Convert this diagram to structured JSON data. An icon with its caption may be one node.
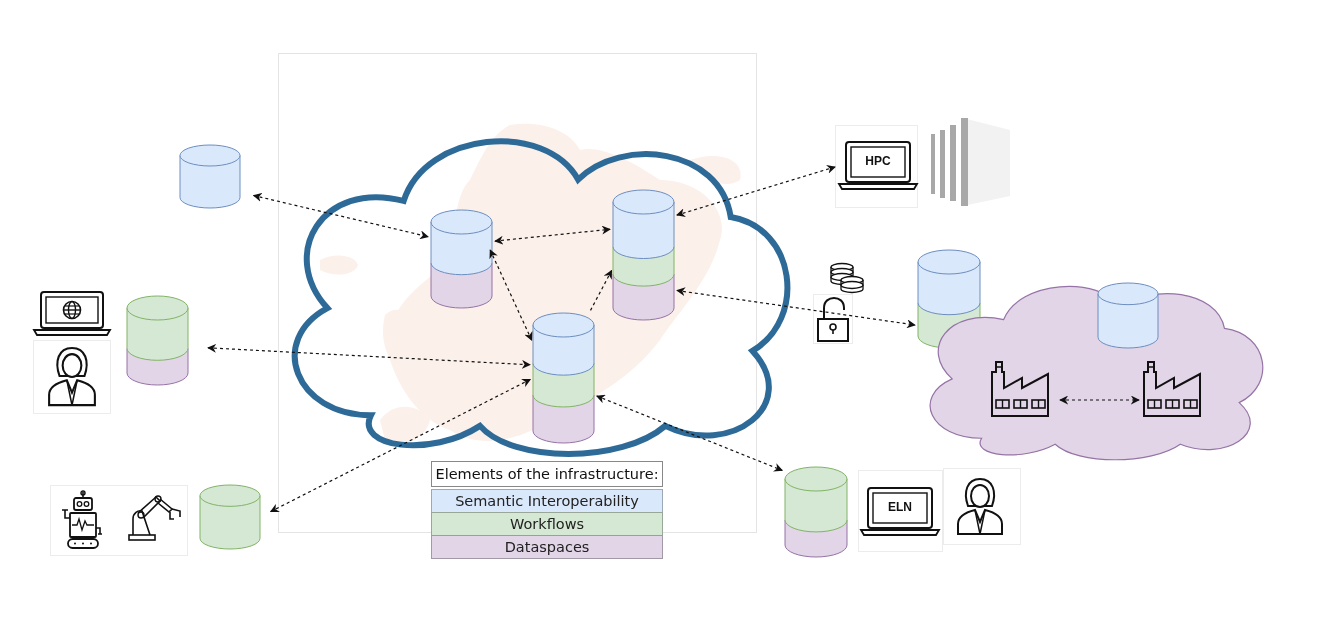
{
  "diagram": {
    "nodes": [
      {
        "text": [],
        "shape": "cloud"
      },
      {
        "text": [],
        "shape": "cylinder",
        "in": 0
      },
      {
        "text": [],
        "shape": "cylinder",
        "in": 0
      },
      {
        "text": [],
        "shape": "cylinder",
        "in": 0
      },
      {
        "text": [],
        "shape": "cylinder"
      },
      {
        "text": [],
        "shape": "cylinder"
      },
      {
        "text": [],
        "shape": "cylinder"
      },
      {
        "text": [
          "HPC"
        ]
      },
      {
        "text": [],
        "shape": "cylinder"
      },
      {
        "text": [],
        "shape": "cloud"
      },
      {
        "text": [],
        "shape": "cylinder",
        "in": 9
      },
      {
        "text": [],
        "shape": "picture",
        "in": 9
      },
      {
        "text": [],
        "shape": "picture",
        "in": 9
      },
      {
        "text": [],
        "shape": "cylinder"
      },
      {
        "text": [
          "ELN"
        ]
      }
    ],
    "edges": [
      {
        "from": 4,
        "to": 1,
        "arrow": "both"
      },
      {
        "from": 1,
        "to": 2,
        "arrow": "both"
      },
      {
        "from": 1,
        "to": 3,
        "arrow": "both"
      },
      {
        "from": 3,
        "to": 2,
        "arrow": "to"
      },
      {
        "from": 5,
        "to": 3,
        "arrow": "both"
      },
      {
        "from": 6,
        "to": 3,
        "arrow": "both"
      },
      {
        "from": 2,
        "to": 7,
        "arrow": "both"
      },
      {
        "from": 2,
        "to": 8,
        "arrow": "both"
      },
      {
        "from": 3,
        "to": 13,
        "arrow": "both"
      },
      {
        "from": 11,
        "to": 12,
        "arrow": "both"
      }
    ],
    "labels": [
      "Elements of the infrastructure:"
    ],
    "legend": [
      {
        "text": "Semantic Interoperability",
        "color": "#dae8fc"
      },
      {
        "text": "Workflows",
        "color": "#d5e8d4"
      },
      {
        "text": "Dataspaces",
        "color": "#e1d5e7"
      }
    ]
  }
}
